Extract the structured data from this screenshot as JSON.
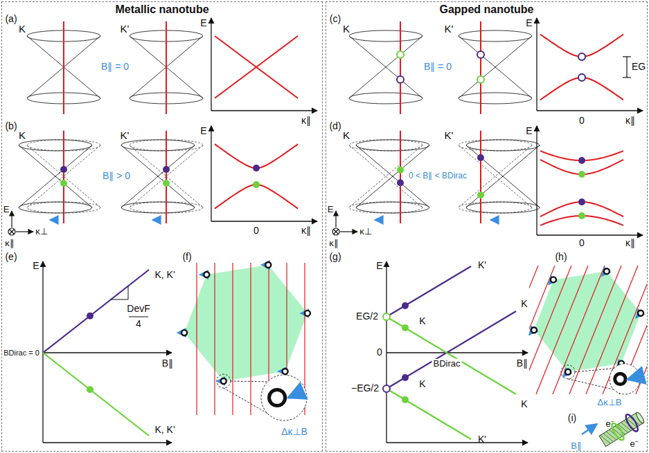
{
  "diagram": {
    "nodes": [
      {
        "text": [
          "Metallic nanotube"
        ]
      },
      {
        "text": [
          "Gapped nanotube"
        ]
      }
    ],
    "labels": [
      "(a)",
      "K",
      "K'",
      "B∥ = 0",
      "E",
      "κ∥",
      "(b)",
      "K",
      "K'",
      "B∥ > 0",
      "E",
      "0",
      "κ∥",
      "E",
      "κ∥",
      "κ⊥",
      "(c)",
      "K",
      "K'",
      "B∥ = 0",
      "E",
      "EG",
      "0",
      "κ∥",
      "(d)",
      "K",
      "K'",
      "0 < B∥ < BDirac",
      "E",
      "0",
      "κ∥",
      "E",
      "κ∥",
      "κ⊥",
      "(e)",
      "E",
      "K, K'",
      "DevF",
      "4",
      "BDirac = 0",
      "B∥",
      "K, K'",
      "(f)",
      "Δκ⊥B",
      "(g)",
      "E",
      "K'",
      "K",
      "EG/2",
      "K",
      "0",
      "BDirac",
      "B∥",
      "K",
      "−EG/2",
      "K",
      "K'",
      "(h)",
      "Δκ⊥B",
      "(i)",
      "e⁻",
      "e⁻",
      "B∥"
    ]
  }
}
